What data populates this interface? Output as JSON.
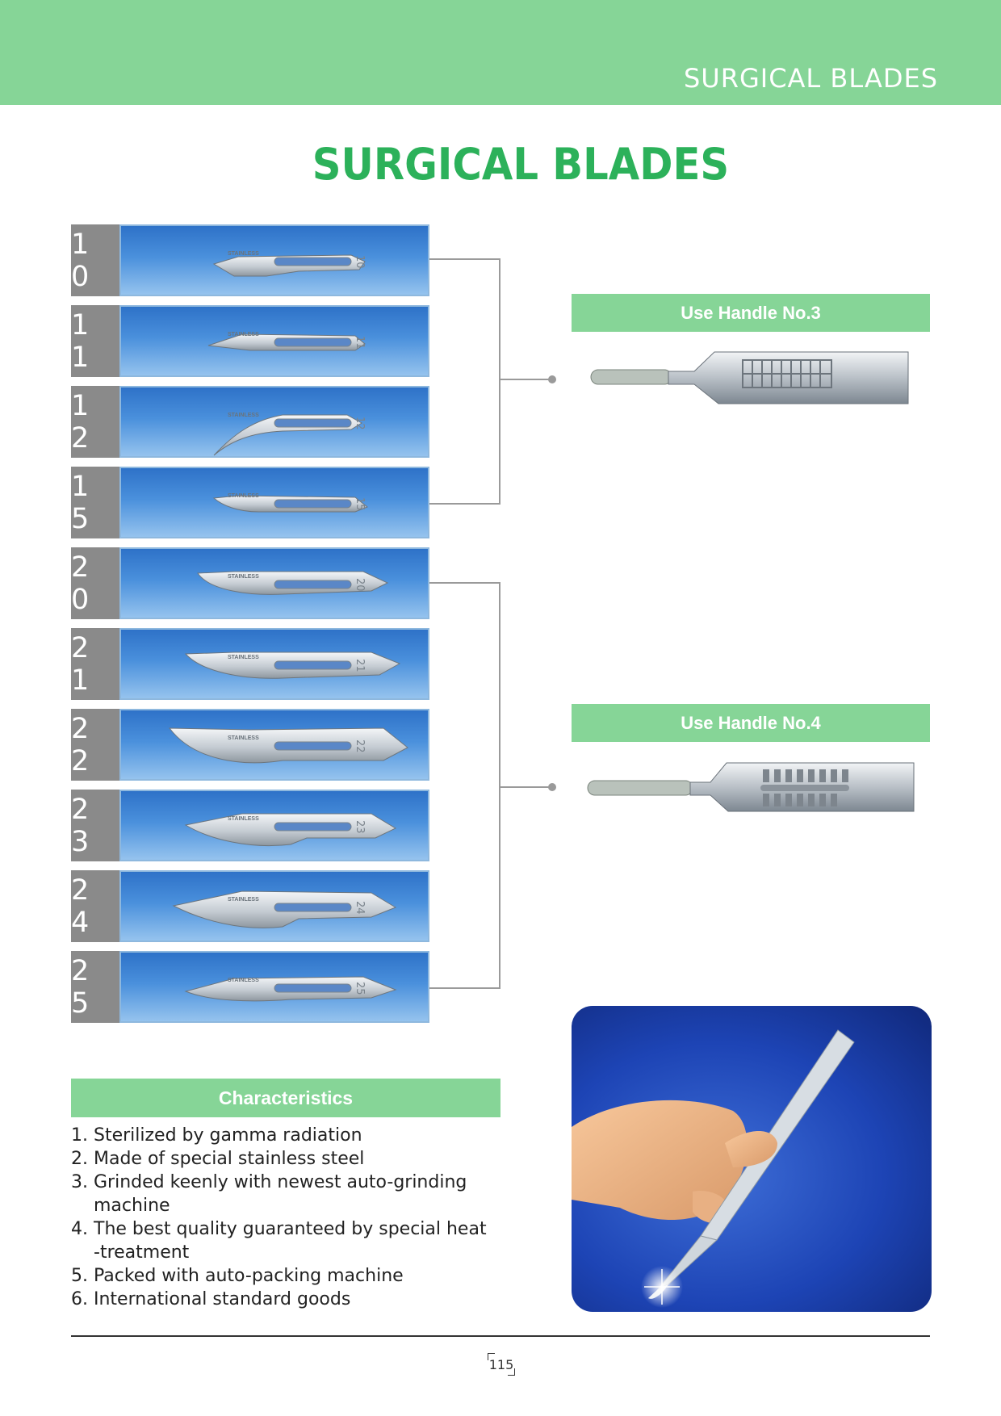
{
  "header": {
    "section_label": "SURGICAL BLADES"
  },
  "title": "SURGICAL BLADES",
  "blades": [
    {
      "number": "1 0",
      "engraving": "10",
      "stamp": "STAINLESS",
      "handle": "3"
    },
    {
      "number": "1 1",
      "engraving": "11",
      "stamp": "STAINLESS",
      "handle": "3"
    },
    {
      "number": "1 2",
      "engraving": "12",
      "stamp": "STAINLESS",
      "handle": "3"
    },
    {
      "number": "1 5",
      "engraving": "15",
      "stamp": "STAINLESS",
      "handle": "3"
    },
    {
      "number": "2 0",
      "engraving": "20",
      "stamp": "STAINLESS",
      "handle": "4"
    },
    {
      "number": "2 1",
      "engraving": "21",
      "stamp": "STAINLESS",
      "handle": "4"
    },
    {
      "number": "2 2",
      "engraving": "22",
      "stamp": "STAINLESS",
      "handle": "4"
    },
    {
      "number": "2 3",
      "engraving": "23",
      "stamp": "STAINLESS",
      "handle": "4"
    },
    {
      "number": "2 4",
      "engraving": "24",
      "stamp": "STAINLESS",
      "handle": "4"
    },
    {
      "number": "2 5",
      "engraving": "25",
      "stamp": "STAINLESS",
      "handle": "4"
    }
  ],
  "handles": [
    {
      "label": "Use Handle No.3",
      "icon": "scalpel-handle-no3-image"
    },
    {
      "label": "Use Handle No.4",
      "icon": "scalpel-handle-no4-image"
    }
  ],
  "photo": {
    "icon": "hand-holding-scalpel-photo"
  },
  "characteristics": {
    "heading": "Characteristics",
    "items": [
      {
        "index": "1.",
        "lines": [
          "Sterilized by gamma radiation"
        ]
      },
      {
        "index": "2.",
        "lines": [
          "Made of special stainless steel"
        ]
      },
      {
        "index": "3.",
        "lines": [
          "Grinded keenly with newest auto-grinding",
          "machine"
        ]
      },
      {
        "index": "4.",
        "lines": [
          "The best quality guaranteed by special heat",
          "-treatment"
        ]
      },
      {
        "index": "5.",
        "lines": [
          "Packed with auto-packing machine"
        ]
      },
      {
        "index": "6.",
        "lines": [
          "International standard goods"
        ]
      }
    ]
  },
  "footer": {
    "page_number": "115"
  },
  "colors": {
    "band_green": "#86d597",
    "title_green": "#2cb15a",
    "tab_gray": "#8a8a8a",
    "panel_blue": "#2e72c8"
  }
}
